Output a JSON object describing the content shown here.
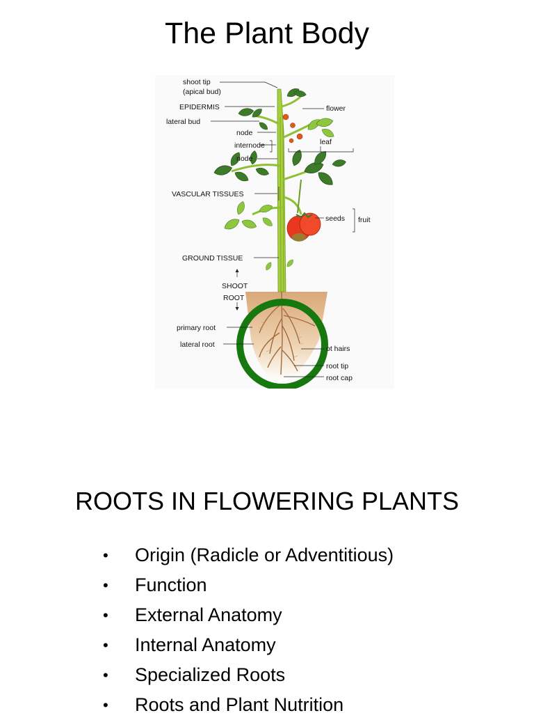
{
  "slide": {
    "title": "The Plant Body",
    "section_title": "ROOTS IN FLOWERING PLANTS",
    "bullets": [
      "Origin (Radicle or Adventitious)",
      "Function",
      "External Anatomy",
      "Internal Anatomy",
      "Specialized Roots",
      "Roots and Plant Nutrition"
    ]
  },
  "diagram": {
    "labels": {
      "shoot_tip": "shoot tip",
      "apical_bud": "(apical bud)",
      "epidermis": "EPIDERMIS",
      "lateral_bud": "lateral bud",
      "node_upper": "node",
      "internode": "internode",
      "node_lower": "node",
      "flower": "flower",
      "leaf": "leaf",
      "vascular_tissues": "VASCULAR TISSUES",
      "seeds": "seeds",
      "fruit": "fruit",
      "ground_tissue": "GROUND TISSUE",
      "shoot": "SHOOT",
      "root": "ROOT",
      "primary_root": "primary root",
      "lateral_root": "lateral root",
      "root_hairs": "ot hairs",
      "root_tip": "root tip",
      "root_cap": "root cap"
    },
    "colors": {
      "stem": "#a7cf3c",
      "leaf": "#3d7a2a",
      "fruit": "#e8381e",
      "soil": "#e7c49a",
      "highlight_ring": "#16780f"
    }
  }
}
